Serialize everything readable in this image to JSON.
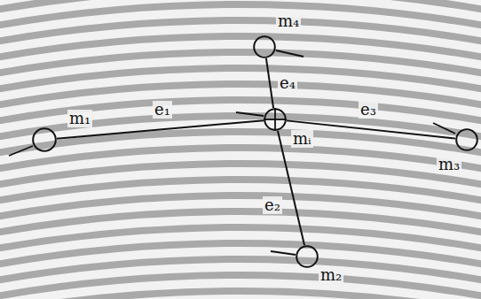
{
  "diagram": {
    "nodes": [
      {
        "text": [
          "m₄"
        ]
      },
      {
        "text": [
          "m₁"
        ]
      },
      {
        "text": [
          "mᵢ"
        ]
      },
      {
        "text": [
          "m₃"
        ]
      },
      {
        "text": [
          "m₂"
        ]
      }
    ],
    "edges": [
      {
        "from": 2,
        "to": 1,
        "arrow": "none",
        "label": "e₁"
      },
      {
        "from": 2,
        "to": 4,
        "arrow": "none",
        "label": "e₂"
      },
      {
        "from": 2,
        "to": 3,
        "arrow": "none",
        "label": "e₃"
      },
      {
        "from": 2,
        "to": 0,
        "arrow": "none",
        "label": "e₄"
      }
    ]
  }
}
